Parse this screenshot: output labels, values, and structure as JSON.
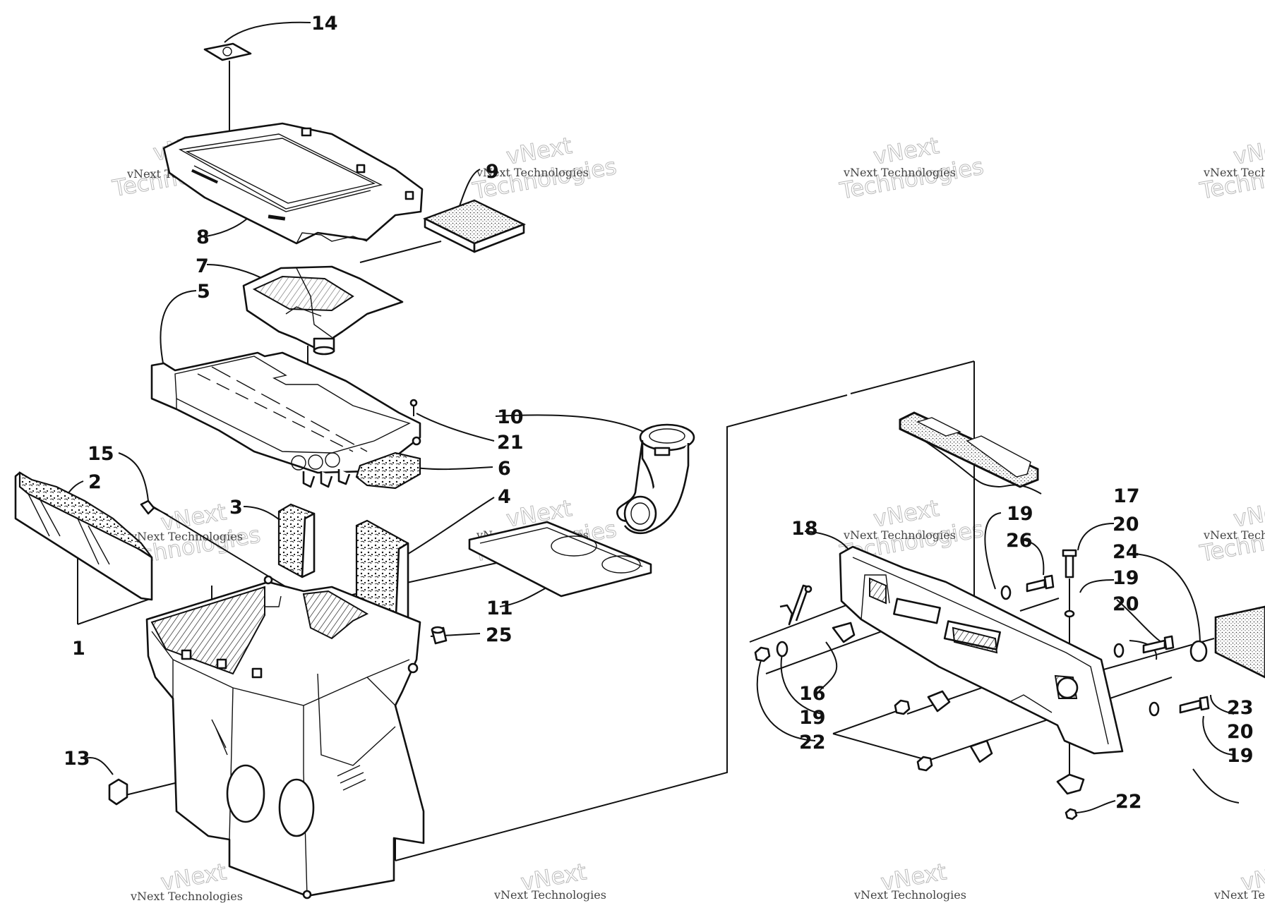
{
  "diagram": {
    "watermark": {
      "line1": "vNext Technologies",
      "line2": "vNext",
      "line3": "Technologies"
    },
    "callouts": [
      "14",
      "9",
      "8",
      "7",
      "5",
      "10",
      "21",
      "15",
      "2",
      "6",
      "3",
      "4",
      "11",
      "25",
      "1",
      "13",
      "17",
      "18",
      "19",
      "26",
      "20",
      "24",
      "19",
      "20",
      "16",
      "19",
      "22",
      "23",
      "20",
      "19",
      "22"
    ]
  }
}
